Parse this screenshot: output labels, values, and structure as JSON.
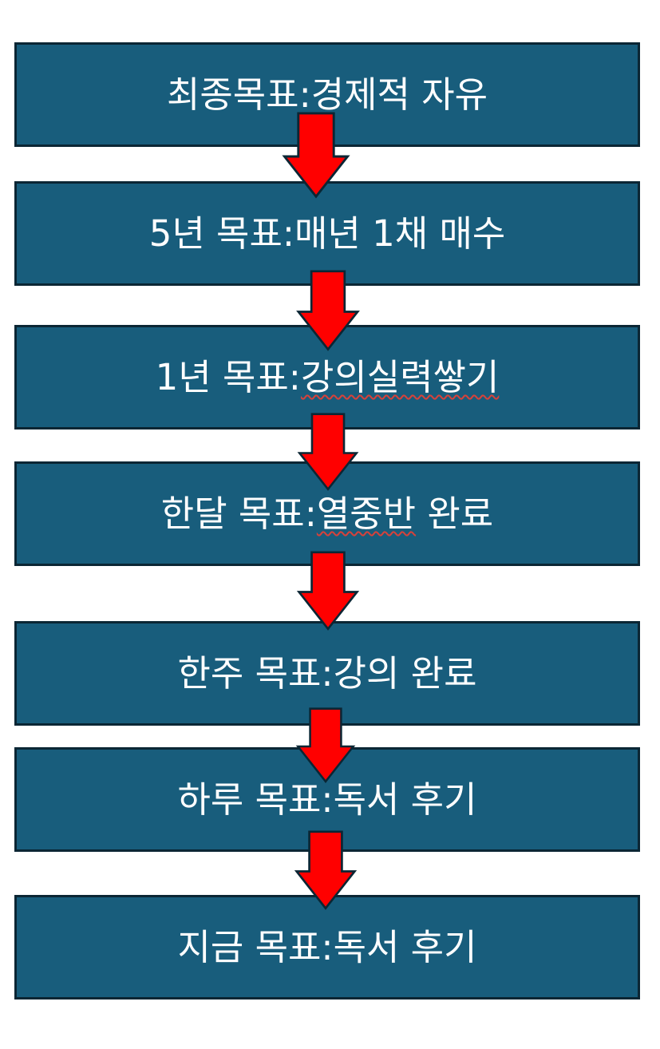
{
  "goals": [
    {
      "label": "최종목표",
      "sep": ":",
      "value": "경제적 자유"
    },
    {
      "label": "5년 목표",
      "sep": ":",
      "value": "매년 1채 매수"
    },
    {
      "label": "1년 목표",
      "sep": ":",
      "value": "강의실력쌓기"
    },
    {
      "label": "한달 목표",
      "sep": ":",
      "value_marked": "열중반",
      "value_rest": " 완료"
    },
    {
      "label": "한주 목표",
      "sep": ":",
      "value": "강의 완료"
    },
    {
      "label": "하루 목표",
      "sep": ":",
      "value": "독서 후기"
    },
    {
      "label": "지금 목표",
      "sep": ":",
      "value": "독서 후기"
    }
  ],
  "colors": {
    "box_fill": "#185d7c",
    "box_border": "#0b2634",
    "text": "#ffffff",
    "arrow_fill": "#ff0000",
    "arrow_outline": "#0b2634",
    "spellcheck_underline": "#d8413a"
  }
}
